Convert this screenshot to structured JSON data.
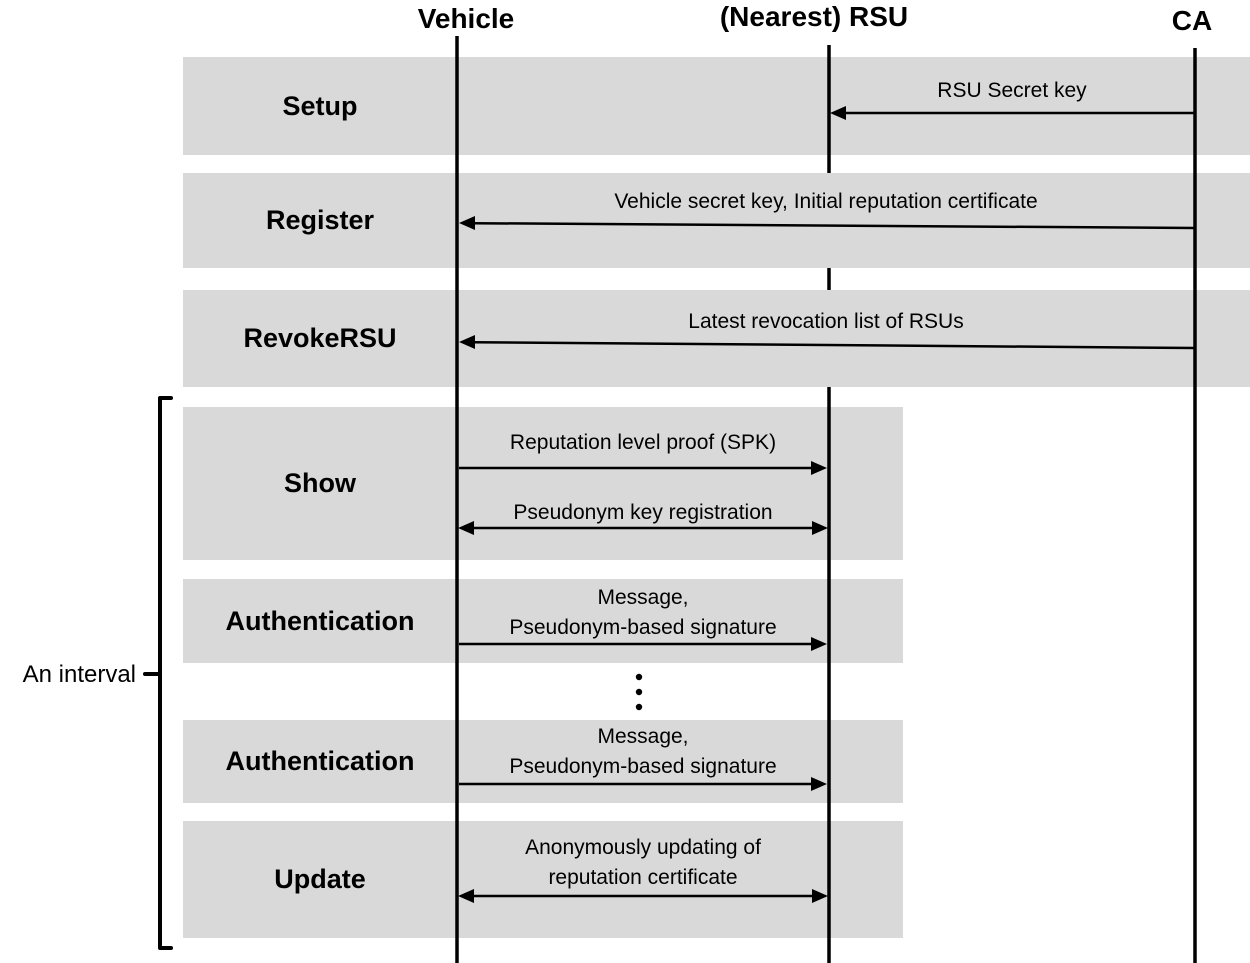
{
  "actors": [
    {
      "label": "Vehicle"
    },
    {
      "label": "(Nearest) RSU"
    },
    {
      "label": "CA"
    }
  ],
  "phases": [
    {
      "label": "Setup",
      "messages": [
        {
          "from": "CA",
          "to": "(Nearest) RSU",
          "direction": "left",
          "lines": [
            "RSU Secret key"
          ]
        }
      ]
    },
    {
      "label": "Register",
      "messages": [
        {
          "from": "CA",
          "to": "Vehicle",
          "direction": "left",
          "lines": [
            "Vehicle secret key, Initial reputation certificate"
          ]
        }
      ]
    },
    {
      "label": "RevokeRSU",
      "messages": [
        {
          "from": "CA",
          "to": "Vehicle",
          "direction": "left",
          "lines": [
            "Latest revocation list of RSUs"
          ]
        }
      ]
    },
    {
      "label": "Show",
      "messages": [
        {
          "from": "Vehicle",
          "to": "(Nearest) RSU",
          "direction": "right",
          "lines": [
            "Reputation level proof (SPK)"
          ]
        },
        {
          "from": "Vehicle",
          "to": "(Nearest) RSU",
          "direction": "both",
          "lines": [
            "Pseudonym key registration"
          ]
        }
      ]
    },
    {
      "label": "Authentication",
      "messages": [
        {
          "from": "Vehicle",
          "to": "(Nearest) RSU",
          "direction": "right",
          "lines": [
            "Message,",
            "Pseudonym-based signature"
          ]
        }
      ]
    },
    {
      "label": "Authentication",
      "messages": [
        {
          "from": "Vehicle",
          "to": "(Nearest) RSU",
          "direction": "right",
          "lines": [
            "Message,",
            "Pseudonym-based signature"
          ]
        }
      ]
    },
    {
      "label": "Update",
      "messages": [
        {
          "from": "Vehicle",
          "to": "(Nearest) RSU",
          "direction": "both",
          "lines": [
            "Anonymously updating of",
            "reputation certificate"
          ]
        }
      ]
    }
  ],
  "interval": {
    "label": "An interval"
  },
  "icons": {
    "continuation_dots": "⋮"
  },
  "colors": {
    "band": "#d9d9d9",
    "ink": "#000000",
    "background": "#ffffff"
  }
}
